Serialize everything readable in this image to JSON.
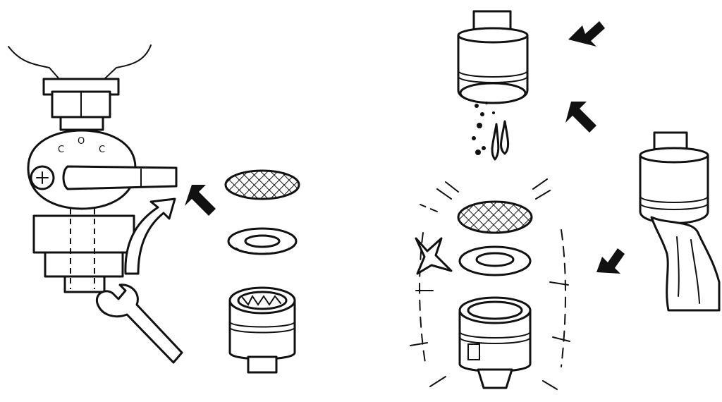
{
  "illustration": {
    "valve_positions": [
      "C",
      "O",
      "C"
    ]
  }
}
